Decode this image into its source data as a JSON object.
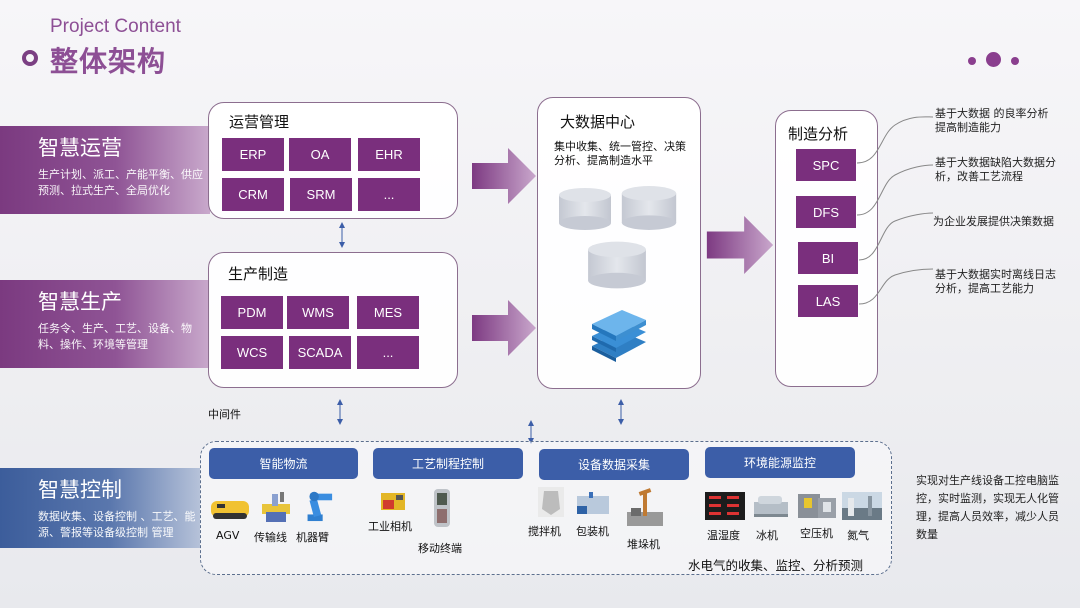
{
  "header": {
    "subtitle_en": "Project Content",
    "title": "整体架构"
  },
  "bands": [
    {
      "title": "智慧运营",
      "desc": "生产计划、派工、产能平衡、供应预测、拉式生产、全局优化",
      "color": "#7b3a80"
    },
    {
      "title": "智慧生产",
      "desc": "任务令、生产、工艺、设备、物料、操作、环境等管理",
      "color": "#7b3a80"
    },
    {
      "title": "智慧控制",
      "desc": "数据收集、设备控制 、工艺、能源、警报等设备级控制 管理",
      "color": "#3c5d9b"
    }
  ],
  "operations": {
    "title": "运营管理",
    "modules": [
      "ERP",
      "OA",
      "EHR",
      "CRM",
      "SRM",
      "..."
    ]
  },
  "production": {
    "title": "生产制造",
    "modules": [
      "PDM",
      "WMS",
      "MES",
      "WCS",
      "SCADA",
      "..."
    ]
  },
  "middleware_label": "中间件",
  "bigdata": {
    "title": "大数据中心",
    "desc": "集中收集、统一管控、决策分析、提高制造水平",
    "icons": [
      "database-icon",
      "database-icon",
      "database-icon",
      "stacked-books-icon"
    ]
  },
  "analysis": {
    "title": "制造分析",
    "modules": [
      "SPC",
      "DFS",
      "BI",
      "LAS"
    ],
    "notes": [
      "基于大数据 的良率分析提高制造能力",
      "基于大数据缺陷大数据分析，改善工艺流程",
      "为企业发展提供决策数据",
      "基于大数据实时离线日志分析，提高工艺能力"
    ]
  },
  "control": {
    "categories": [
      "智能物流",
      "工艺制程控制",
      "设备数据采集",
      "环境能源监控"
    ],
    "devices": {
      "logistics": [
        "AGV",
        "传输线",
        "机器臂"
      ],
      "process": [
        "工业相机",
        "移动终端"
      ],
      "equipment": [
        "搅拌机",
        "包装机",
        "堆垛机"
      ],
      "environment": [
        "温湿度",
        "冰机",
        "空压机",
        "氮气"
      ]
    },
    "footer": "水电气的收集、监控、分析预测",
    "side_note": "实现对生产线设备工控电脑监控，实时监测，实现无人化管理，提高人员效率，减少人员数量"
  },
  "colors": {
    "accent_purple": "#7a2f7d",
    "accent_blue": "#3c5ea8",
    "title_purple": "#8d4f95"
  }
}
